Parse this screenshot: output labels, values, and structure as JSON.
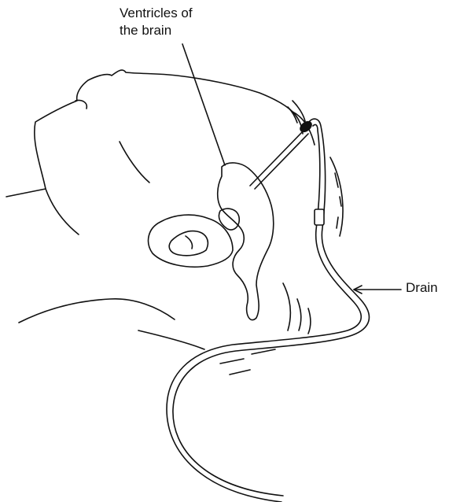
{
  "labels": {
    "ventricles": [
      "Ventricles of",
      "the brain"
    ],
    "drain": "Drain"
  },
  "colors": {
    "line": "#111111",
    "background": "#ffffff"
  }
}
